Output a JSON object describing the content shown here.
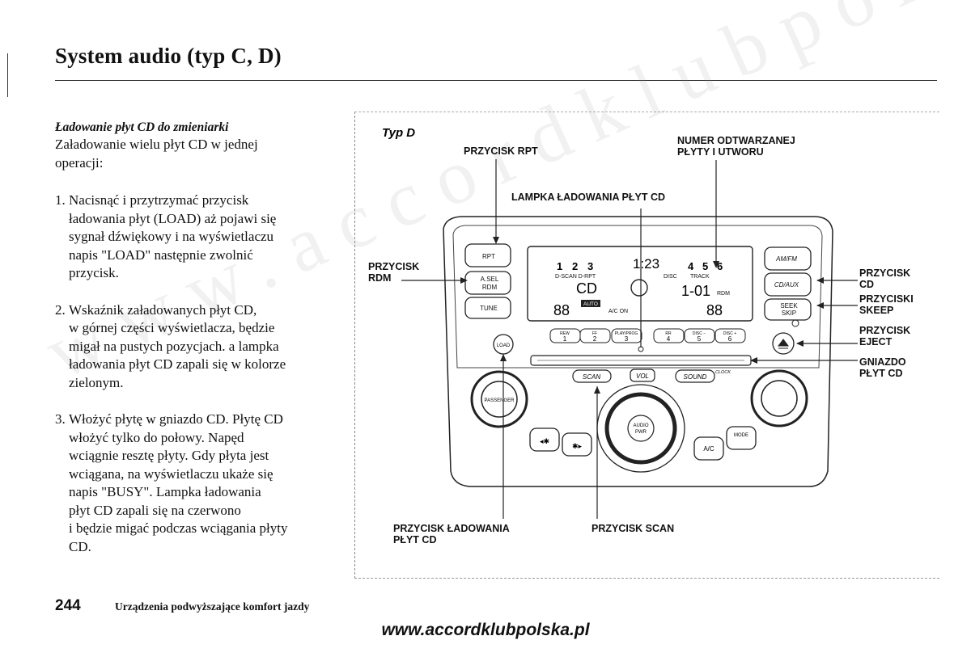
{
  "header": {
    "title": "System audio (typ C, D)"
  },
  "left": {
    "subheading": "Ładowanie płyt CD do zmieniarki",
    "intro_lines": [
      "Załadowanie wielu płyt CD w jednej",
      "operacji:"
    ],
    "steps": [
      {
        "num": "1.",
        "lines": [
          "Nacisnąć i przytrzymać przycisk",
          "ładowania płyt (LOAD) aż pojawi się",
          "sygnał dźwiękowy i na wyświetlaczu",
          "napis \"LOAD\" następnie zwolnić",
          "przycisk."
        ]
      },
      {
        "num": "2.",
        "lines": [
          "Wskaźnik załadowanych płyt CD,",
          "w górnej części wyświetlacza, będzie",
          "migał na pustych pozycjach. a lampka",
          "ładowania płyt CD zapali się w kolorze",
          "zielonym."
        ]
      },
      {
        "num": "3.",
        "lines": [
          "Włożyć płytę w gniazdo CD. Płytę CD",
          "włożyć tylko do połowy. Napęd",
          "wciągnie resztę płyty. Gdy płyta jest",
          "wciągana, na wyświetlaczu ukaże się",
          "napis \"BUSY\". Lampka ładowania",
          "płyt CD zapali się na czerwono",
          "i będzie migać podczas wciągania płyty",
          "CD."
        ]
      }
    ]
  },
  "figure": {
    "type_label": "Typ D",
    "callouts": {
      "rpt": "PRZYCISK RPT",
      "track_1": "NUMER ODTWARZANEJ",
      "track_2": "PŁYTY I UTWORU",
      "load_lamp": "LAMPKA ŁADOWANIA PŁYT CD",
      "rdm_1": "PRZYCISK",
      "rdm_2": "RDM",
      "cd_1": "PRZYCISK",
      "cd_2": "CD",
      "skip_1": "PRZYCISKI",
      "skip_2": "SKEEP",
      "eject_1": "PRZYCISK",
      "eject_2": "EJECT",
      "slot_1": "GNIAZDO",
      "slot_2": "PŁYT CD",
      "load_btn_1": "PRZYCISK ŁADOWANIA",
      "load_btn_2": "PŁYT CD",
      "scan": "PRZYCISK SCAN"
    },
    "buttons": {
      "rpt": "RPT",
      "asel_1": "A.SEL",
      "asel_2": "RDM",
      "tune": "TUNE",
      "amfm": "AM/FM",
      "cdaux": "CD/AUX",
      "seek_1": "SEEK",
      "seek_2": "SKIP",
      "load": "LOAD",
      "scan": "SCAN",
      "vol": "VOL",
      "sound": "SOUND",
      "clock": "CLOCK",
      "audio_1": "AUDIO",
      "audio_2": "PWR",
      "ac": "A/C",
      "mode": "MODE",
      "passenger": "PASSENGER",
      "presets": [
        {
          "top": "REW",
          "num": "1"
        },
        {
          "top": "FF",
          "num": "2"
        },
        {
          "top": "PLAY/PROG",
          "num": "3"
        },
        {
          "top": "RR",
          "num": "4"
        },
        {
          "top": "DISC −",
          "num": "5"
        },
        {
          "top": "DISC +",
          "num": "6"
        }
      ]
    },
    "display": {
      "discs": [
        "1",
        "2",
        "3",
        "4",
        "5",
        "6"
      ],
      "dscan": "D-SCAN D-RPT",
      "disc": "DISC",
      "track": "TRACK",
      "time": "1:23",
      "cd": "CD",
      "track_value": "1-01",
      "rdm": "RDM",
      "left_temp": "88",
      "right_temp": "88",
      "auto": "AUTO",
      "ac_on": "A/C ON"
    }
  },
  "footer": {
    "page_number": "244",
    "section": "Urządzenia podwyższające komfort jazdy",
    "url": "www.accordklubpolska.pl"
  },
  "watermark": "www.accordklubpolska.pl"
}
